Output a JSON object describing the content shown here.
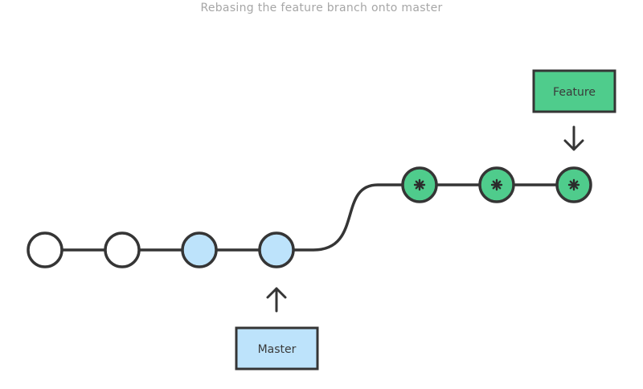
{
  "caption": "Rebasing the feature branch onto master",
  "labels": {
    "master": "Master",
    "feature": "Feature"
  },
  "colors": {
    "stroke": "#353535",
    "commit_plain": "#ffffff",
    "commit_master": "#bde3fb",
    "commit_feature": "#4fcc8c",
    "label_master_bg": "#bde3fb",
    "label_feature_bg": "#4fcc8c",
    "caption": "#a6a6a6"
  },
  "commits": [
    {
      "id": "c1",
      "branch": "base",
      "style": "plain"
    },
    {
      "id": "c2",
      "branch": "base",
      "style": "plain"
    },
    {
      "id": "c3",
      "branch": "master",
      "style": "master"
    },
    {
      "id": "c4",
      "branch": "master",
      "style": "master"
    },
    {
      "id": "c5",
      "branch": "feature",
      "style": "feature",
      "marker": "asterisk"
    },
    {
      "id": "c6",
      "branch": "feature",
      "style": "feature",
      "marker": "asterisk"
    },
    {
      "id": "c7",
      "branch": "feature",
      "style": "feature",
      "marker": "asterisk"
    }
  ],
  "icons": {
    "master_pointer": "arrow-up-icon",
    "feature_pointer": "arrow-down-icon",
    "rebased_commit_marker": "asterisk-icon"
  }
}
